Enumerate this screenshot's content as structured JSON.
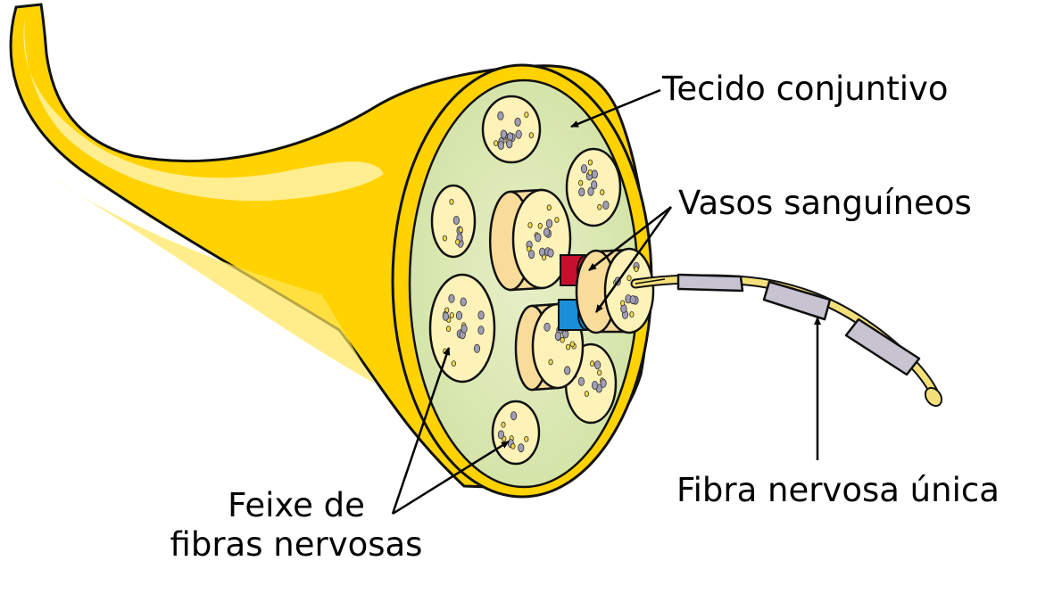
{
  "labels": {
    "connective_tissue": "Tecido conjuntivo",
    "blood_vessels": "Vasos sanguíneos",
    "single_nerve_fiber": "Fibra nervosa única",
    "fiber_bundle_line1": "Feixe de",
    "fiber_bundle_line2": "fibras nervosas"
  },
  "colors": {
    "nerve_body": "#ffd200",
    "nerve_highlight": "#fff3a8",
    "cross_section": "#dbe8b4",
    "fascicle_fill": "#fdf2b8",
    "fascicle_side": "#f9dc9a",
    "axon_dot": "#a09db5",
    "artery": "#c8102e",
    "vein": "#1a8fd8",
    "myelin": "#c7c3d0",
    "outline": "#111111"
  }
}
